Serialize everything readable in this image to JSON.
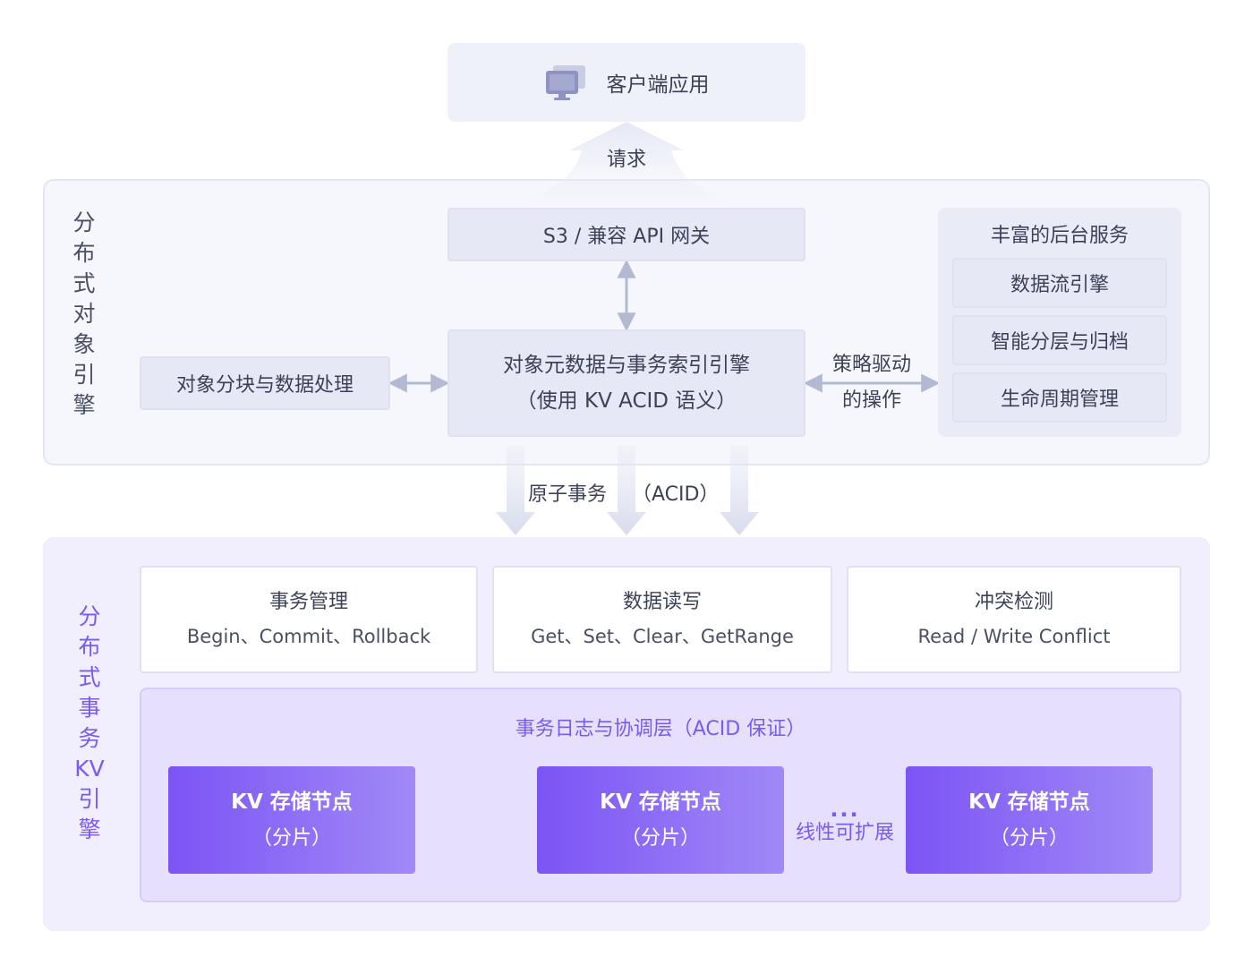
{
  "client": {
    "label": "客户端应用",
    "icon": "monitor-icon"
  },
  "request_label": "请求",
  "object_engine": {
    "side_label": [
      "分",
      "布",
      "式",
      "对",
      "象",
      "引",
      "擎"
    ],
    "gateway": "S3 / 兼容 API 网关",
    "metadata_engine": {
      "line1": "对象元数据与事务索引引擎",
      "line2": "（使用 KV ACID 语义）"
    },
    "chunking": "对象分块与数据处理",
    "policy_label": {
      "line1": "策略驱动",
      "line2": "的操作"
    },
    "services": {
      "title": "丰富的后台服务",
      "items": [
        "数据流引擎",
        "智能分层与归档",
        "生命周期管理"
      ]
    }
  },
  "atomic_label": {
    "part1": "原子事务",
    "part2": "（ACID）"
  },
  "kv_engine": {
    "side_label": [
      "分",
      "布",
      "式",
      "事",
      "务",
      "KV",
      "引",
      "擎"
    ],
    "cards": [
      {
        "title": "事务管理",
        "subtitle": "Begin、Commit、Rollback"
      },
      {
        "title": "数据读写",
        "subtitle": "Get、Set、Clear、GetRange"
      },
      {
        "title": "冲突检测",
        "subtitle": "Read / Write Conflict"
      }
    ],
    "log_layer_title": "事务日志与协调层（ACID 保证）",
    "nodes": [
      {
        "title": "KV 存储节点",
        "subtitle": "（分片）"
      },
      {
        "title": "KV 存储节点",
        "subtitle": "（分片）"
      },
      {
        "title": "KV 存储节点",
        "subtitle": "（分片）"
      }
    ],
    "scale_label": {
      "dots": "...",
      "text": "线性可扩展"
    }
  },
  "colors": {
    "accent": "#7a5af0",
    "node_gradient_start": "#7c54f5",
    "node_gradient_end": "#a089f6",
    "slate_box": "#e6e9f5",
    "arrow": "#b4b9d2"
  }
}
